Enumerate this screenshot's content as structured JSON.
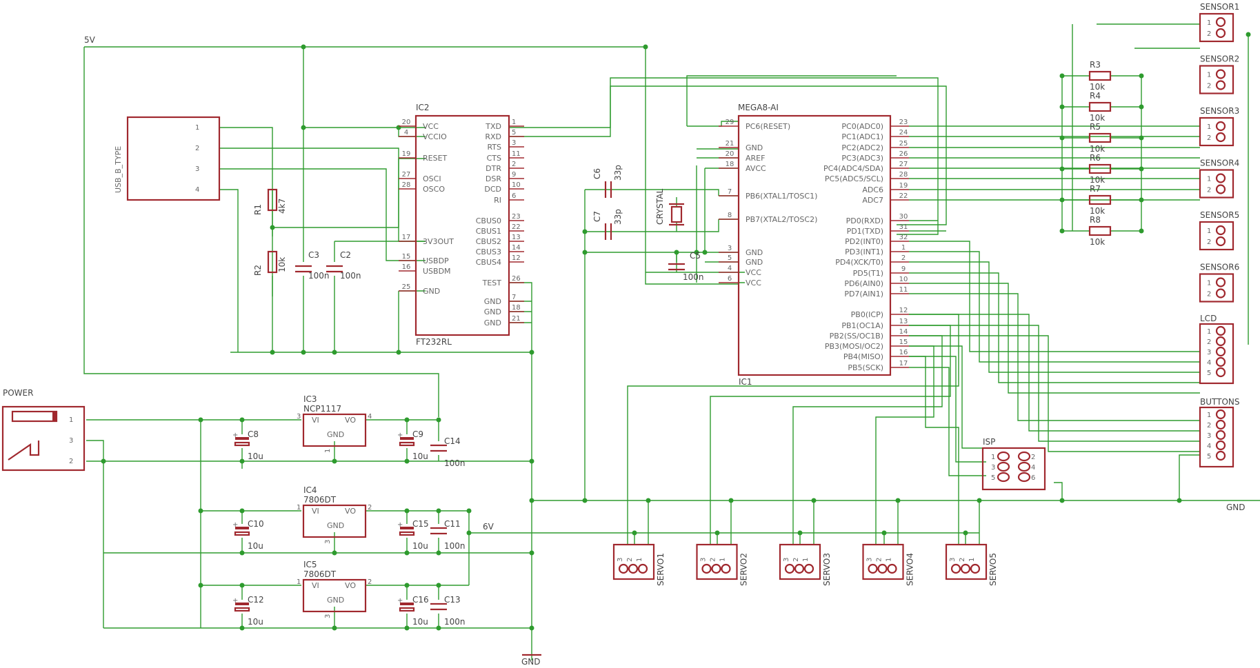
{
  "nets": {
    "v5": "5V",
    "v6": "6V",
    "gnd_bottom": "GND",
    "gnd_right": "GND"
  },
  "usb": {
    "name": "USB_B_TYPE",
    "pins": [
      "1",
      "2",
      "3",
      "4"
    ]
  },
  "r1": {
    "name": "R1",
    "value": "4k7"
  },
  "r2": {
    "name": "R2",
    "value": "10k"
  },
  "c3": {
    "name": "C3",
    "value": "100n"
  },
  "c2": {
    "name": "C2",
    "value": "100n"
  },
  "ic2": {
    "name": "IC2",
    "part": "FT232RL",
    "left_pins": [
      {
        "num": "20",
        "label": "VCC"
      },
      {
        "num": "4",
        "label": "VCCIO"
      },
      {
        "num": "19",
        "label": "RESET"
      },
      {
        "num": "27",
        "label": "OSCI"
      },
      {
        "num": "28",
        "label": "OSCO"
      },
      {
        "num": "17",
        "label": "3V3OUT"
      },
      {
        "num": "15",
        "label": "USBDP"
      },
      {
        "num": "16",
        "label": "USBDM"
      },
      {
        "num": "25",
        "label": "GND"
      }
    ],
    "right_pins": [
      {
        "num": "1",
        "label": "TXD"
      },
      {
        "num": "5",
        "label": "RXD"
      },
      {
        "num": "3",
        "label": "RTS"
      },
      {
        "num": "11",
        "label": "CTS"
      },
      {
        "num": "2",
        "label": "DTR"
      },
      {
        "num": "9",
        "label": "DSR"
      },
      {
        "num": "10",
        "label": "DCD"
      },
      {
        "num": "6",
        "label": "RI"
      },
      {
        "num": "23",
        "label": "CBUS0"
      },
      {
        "num": "22",
        "label": "CBUS1"
      },
      {
        "num": "13",
        "label": "CBUS2"
      },
      {
        "num": "14",
        "label": "CBUS3"
      },
      {
        "num": "12",
        "label": "CBUS4"
      },
      {
        "num": "26",
        "label": "TEST"
      },
      {
        "num": "7",
        "label": "GND"
      },
      {
        "num": "18",
        "label": "GND"
      },
      {
        "num": "21",
        "label": "GND"
      }
    ]
  },
  "c6": {
    "name": "C6",
    "value": "33p"
  },
  "c7": {
    "name": "C7",
    "value": "33p"
  },
  "crystal": {
    "name": "CRYSTAL"
  },
  "c5": {
    "name": "C5",
    "value": "100n"
  },
  "ic1": {
    "part": "MEGA8-AI",
    "name": "IC1",
    "left_pins": [
      {
        "num": "29",
        "label": "PC6(RESET)"
      },
      {
        "num": "21",
        "label": "GND"
      },
      {
        "num": "20",
        "label": "AREF"
      },
      {
        "num": "18",
        "label": "AVCC"
      },
      {
        "num": "7",
        "label": "PB6(XTAL1/TOSC1)"
      },
      {
        "num": "8",
        "label": "PB7(XTAL2/TOSC2)"
      },
      {
        "num": "3",
        "label": "GND"
      },
      {
        "num": "5",
        "label": "GND"
      },
      {
        "num": "4",
        "label": "VCC"
      },
      {
        "num": "6",
        "label": "VCC"
      }
    ],
    "right_pins": [
      {
        "num": "23",
        "label": "PC0(ADC0)"
      },
      {
        "num": "24",
        "label": "PC1(ADC1)"
      },
      {
        "num": "25",
        "label": "PC2(ADC2)"
      },
      {
        "num": "26",
        "label": "PC3(ADC3)"
      },
      {
        "num": "27",
        "label": "PC4(ADC4/SDA)"
      },
      {
        "num": "28",
        "label": "PC5(ADC5/SCL)"
      },
      {
        "num": "19",
        "label": "ADC6"
      },
      {
        "num": "22",
        "label": "ADC7"
      },
      {
        "num": "30",
        "label": "PD0(RXD)"
      },
      {
        "num": "31",
        "label": "PD1(TXD)"
      },
      {
        "num": "32",
        "label": "PD2(INT0)"
      },
      {
        "num": "1",
        "label": "PD3(INT1)"
      },
      {
        "num": "2",
        "label": "PD4(XCK/T0)"
      },
      {
        "num": "9",
        "label": "PD5(T1)"
      },
      {
        "num": "10",
        "label": "PD6(AIN0)"
      },
      {
        "num": "11",
        "label": "PD7(AIN1)"
      },
      {
        "num": "12",
        "label": "PB0(ICP)"
      },
      {
        "num": "13",
        "label": "PB1(OC1A)"
      },
      {
        "num": "14",
        "label": "PB2(SS/OC1B)"
      },
      {
        "num": "15",
        "label": "PB3(MOSI/OC2)"
      },
      {
        "num": "16",
        "label": "PB4(MISO)"
      },
      {
        "num": "17",
        "label": "PB5(SCK)"
      }
    ]
  },
  "resistors": [
    {
      "name": "R3",
      "value": "10k"
    },
    {
      "name": "R4",
      "value": "10k"
    },
    {
      "name": "R5",
      "value": "10k"
    },
    {
      "name": "R6",
      "value": "10k"
    },
    {
      "name": "R7",
      "value": "10k"
    },
    {
      "name": "R8",
      "value": "10k"
    }
  ],
  "sensors": [
    "SENSOR1",
    "SENSOR2",
    "SENSOR3",
    "SENSOR4",
    "SENSOR5",
    "SENSOR6"
  ],
  "lcd": {
    "name": "LCD",
    "pins": [
      "1",
      "2",
      "3",
      "4",
      "5"
    ]
  },
  "buttons": {
    "name": "BUTTONS",
    "pins": [
      "1",
      "2",
      "3",
      "4",
      "5"
    ]
  },
  "isp": {
    "name": "ISP",
    "pins": [
      "1",
      "2",
      "3",
      "4",
      "5",
      "6"
    ]
  },
  "servos": [
    "SERVO1",
    "SERVO2",
    "SERVO3",
    "SERVO4",
    "SERVO5"
  ],
  "power": {
    "name": "POWER",
    "pins": [
      "1",
      "3",
      "2"
    ]
  },
  "regulators": [
    {
      "name": "IC3",
      "part": "NCP1117",
      "vi": "VI",
      "vo": "VO",
      "gnd": "GND",
      "pin_in": "3",
      "pin_out": "4",
      "pin_gnd": "1"
    },
    {
      "name": "IC4",
      "part": "7806DT",
      "vi": "VI",
      "vo": "VO",
      "gnd": "GND",
      "pin_in": "1",
      "pin_out": "2",
      "pin_gnd": "3"
    },
    {
      "name": "IC5",
      "part": "7806DT",
      "vi": "VI",
      "vo": "VO",
      "gnd": "GND",
      "pin_in": "1",
      "pin_out": "2",
      "pin_gnd": "3"
    }
  ],
  "caps": {
    "c8": {
      "name": "C8",
      "value": "10u"
    },
    "c9": {
      "name": "C9",
      "value": "10u"
    },
    "c14": {
      "name": "C14",
      "value": "100n"
    },
    "c10": {
      "name": "C10",
      "value": "10u"
    },
    "c15": {
      "name": "C15",
      "value": "10u"
    },
    "c11": {
      "name": "C11",
      "value": "100n"
    },
    "c12": {
      "name": "C12",
      "value": "10u"
    },
    "c16": {
      "name": "C16",
      "value": "10u"
    },
    "c13": {
      "name": "C13",
      "value": "100n"
    }
  }
}
